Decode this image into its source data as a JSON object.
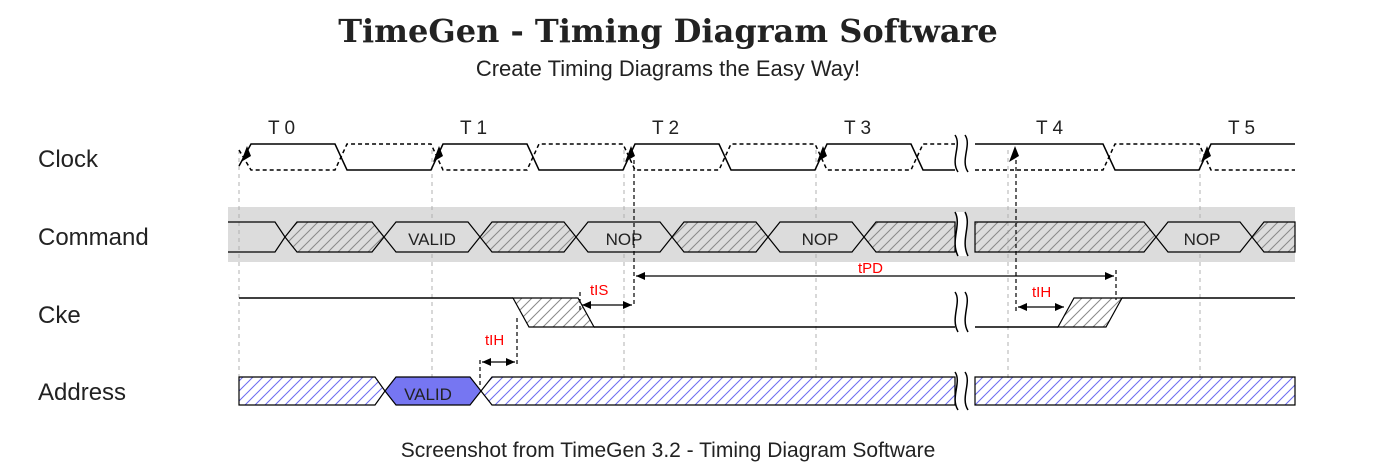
{
  "header": {
    "title": "TimeGen - Timing Diagram Software",
    "subtitle": "Create Timing Diagrams the Easy Way!"
  },
  "caption": "Screenshot from TimeGen 3.2 - Timing Diagram Software",
  "diagram": {
    "signals": [
      "Clock",
      "Command",
      "Cke",
      "Address"
    ],
    "clock_edges": [
      "T 0",
      "T 1",
      "T 2",
      "T 3",
      "T 4",
      "T 5"
    ],
    "command_labels": [
      "VALID",
      "NOP",
      "NOP",
      "NOP"
    ],
    "address_label": "VALID",
    "measurements": [
      "tIS",
      "tIH",
      "tPD",
      "tIH"
    ],
    "colors": {
      "line": "#000000",
      "grid": "#b0b0b0",
      "hatch": "#888888",
      "address_hatch": "#6a6af0",
      "address_valid_fill": "#7676f2",
      "command_band": "#dcdcdc",
      "measure_label": "#ff0000"
    }
  }
}
